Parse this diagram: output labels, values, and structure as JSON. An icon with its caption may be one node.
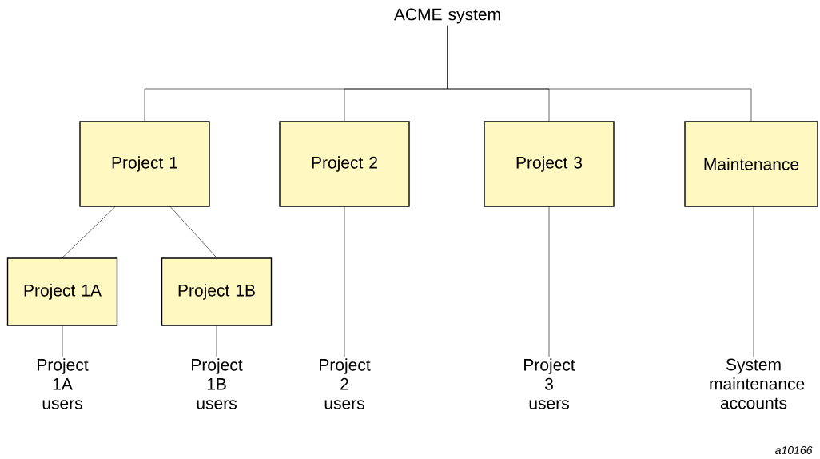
{
  "diagram": {
    "nodes": [
      {
        "text": [
          "ACME system"
        ]
      },
      {
        "text": [
          "Project 1"
        ]
      },
      {
        "text": [
          "Project 2"
        ]
      },
      {
        "text": [
          "Project 3"
        ]
      },
      {
        "text": [
          "Maintenance"
        ]
      },
      {
        "text": [
          "Project 1A"
        ]
      },
      {
        "text": [
          "Project 1B"
        ]
      },
      {
        "text": [
          "Project 1A users"
        ]
      },
      {
        "text": [
          "Project 1B users"
        ]
      },
      {
        "text": [
          "Project 2 users"
        ]
      },
      {
        "text": [
          "Project 3 users"
        ]
      },
      {
        "text": [
          "System maintenance accounts"
        ]
      }
    ],
    "edges": [
      {
        "from": 0,
        "to": 1,
        "arrow": "none"
      },
      {
        "from": 0,
        "to": 2,
        "arrow": "none"
      },
      {
        "from": 0,
        "to": 3,
        "arrow": "none"
      },
      {
        "from": 0,
        "to": 4,
        "arrow": "none"
      },
      {
        "from": 1,
        "to": 5,
        "arrow": "none"
      },
      {
        "from": 1,
        "to": 6,
        "arrow": "none"
      },
      {
        "from": 5,
        "to": 7,
        "arrow": "none"
      },
      {
        "from": 6,
        "to": 8,
        "arrow": "none"
      },
      {
        "from": 2,
        "to": 9,
        "arrow": "none"
      },
      {
        "from": 3,
        "to": 10,
        "arrow": "none"
      },
      {
        "from": 4,
        "to": 11,
        "arrow": "none"
      }
    ],
    "labels": [
      "a10166"
    ]
  }
}
